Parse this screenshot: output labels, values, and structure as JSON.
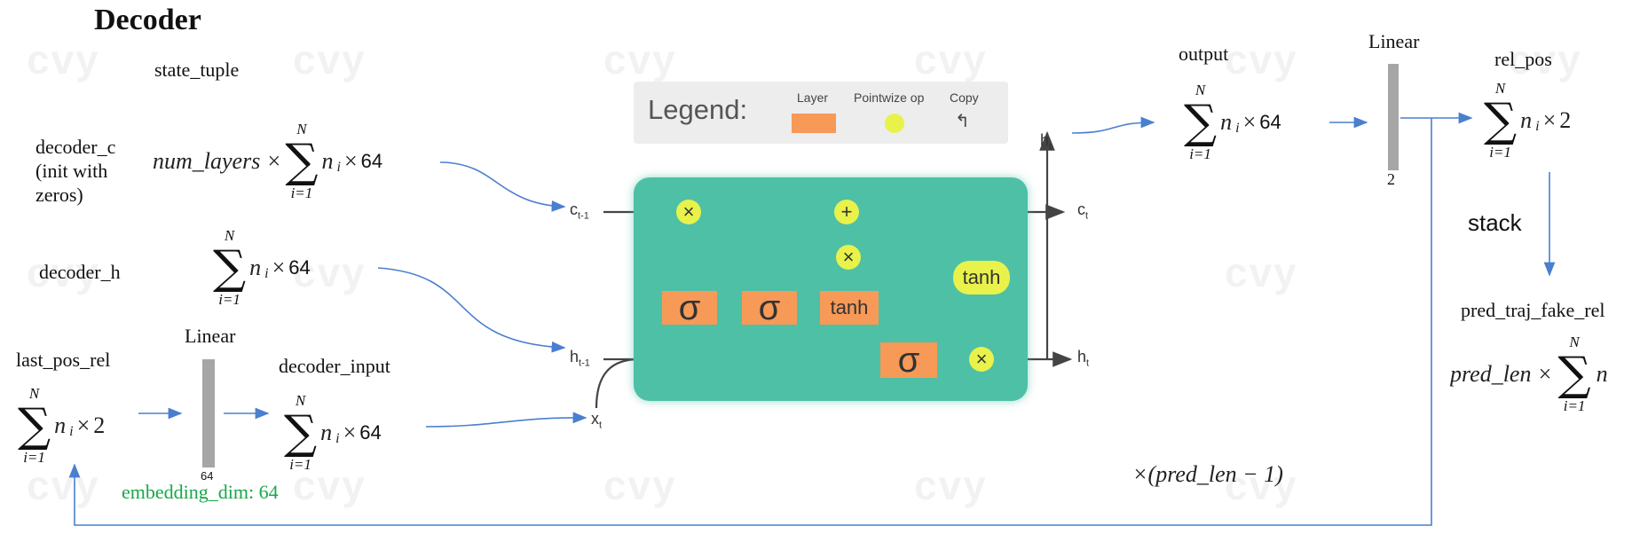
{
  "title": "Decoder",
  "labels": {
    "state_tuple": "state_tuple",
    "decoder_c": [
      "decoder_c",
      "(init with",
      "zeros)"
    ],
    "decoder_h": "decoder_h",
    "last_pos_rel": "last_pos_rel",
    "linear_left": "Linear",
    "decoder_input": "decoder_input",
    "embedding": "embedding_dim: 64",
    "output": "output",
    "linear_right": "Linear",
    "rel_pos": "rel_pos",
    "stack": "stack",
    "pred_traj_fake_rel": "pred_traj_fake_rel",
    "repeat": "×(pred_len − 1)",
    "bar_left_dim": "64",
    "bar_right_dim": "2"
  },
  "math": {
    "num_layers": "num_layers ×",
    "pred_len": "pred_len ×",
    "sum_upper": "N",
    "sum_lower": "i=1",
    "sum_sigma": "∑",
    "n_i": "n",
    "sub_i": "i",
    "times": "×",
    "dim_64": "64",
    "dim_2": "2"
  },
  "legend": {
    "title": "Legend:",
    "layer": "Layer",
    "pointwise": "Pointwize op",
    "copy": "Copy",
    "copy_glyph": "↰"
  },
  "lstm": {
    "c_prev": "c",
    "c_prev_sub": "t-1",
    "h_prev": "h",
    "h_prev_sub": "t-1",
    "x_t": "x",
    "x_t_sub": "t",
    "c_t": "c",
    "c_t_sub": "t",
    "h_t_right": "h",
    "h_t_right_sub": "t",
    "h_t_top": "h",
    "h_t_top_sub": "t",
    "sigma": "σ",
    "tanh": "tanh",
    "mult": "×",
    "plus": "+"
  },
  "colors": {
    "cell": "#4ec0a5",
    "layer": "#f79957",
    "pointwise": "#e8f24a",
    "arrow": "#4a7fd0",
    "embedding_text": "#19a84a",
    "bar": "#a6a6a6"
  },
  "watermark": "cvy"
}
